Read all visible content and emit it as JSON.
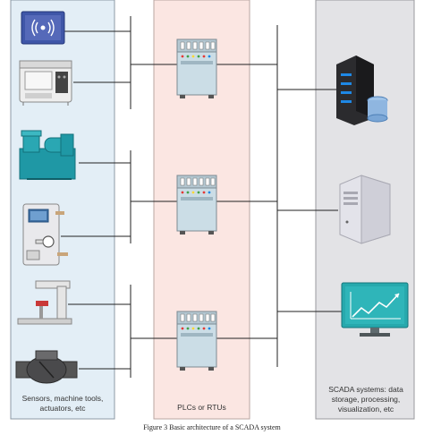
{
  "panels": {
    "sensors_label": "Sensors, machine tools, actuators, etc",
    "plcs_label": "PLCs or RTUs",
    "scada_label": "SCADA systems: data storage, processing, visualization, etc"
  },
  "caption": "Figure 3 Basic architecture of a SCADA system",
  "colors": {
    "left_panel": "#e3eef6",
    "middle_panel": "#fbe6e2",
    "right_panel": "#e3e3e6",
    "plc_body": "#cbdde6",
    "machine_teal": "#2aa7b3",
    "server_dark": "#2b2b2e",
    "monitor_teal": "#27a9ad"
  },
  "icons": {
    "left": [
      "wireless-sensor-icon",
      "industrial-oven-icon",
      "pump-motor-icon",
      "control-cabinet-icon",
      "machine-tool-icon",
      "flow-valve-icon"
    ],
    "middle": [
      "plc-rack-icon",
      "plc-rack-icon",
      "plc-rack-icon"
    ],
    "right": [
      "database-server-icon",
      "server-tower-icon",
      "monitor-chart-icon"
    ]
  }
}
